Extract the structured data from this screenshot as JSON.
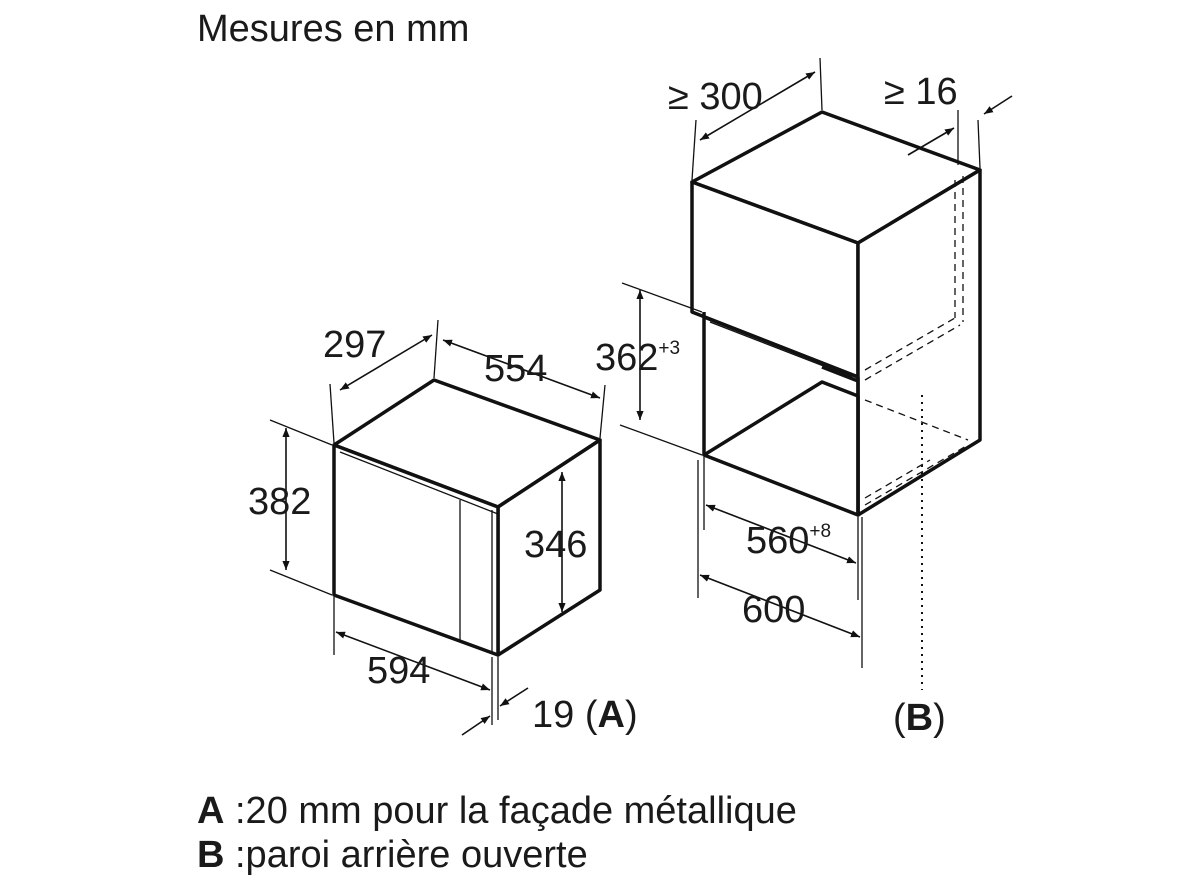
{
  "title": "Mesures en mm",
  "appliance": {
    "depth": "297",
    "body_width": "554",
    "height": "382",
    "inner_height": "346",
    "width": "594",
    "front_thickness": "19",
    "front_note_open": "(",
    "front_note_key": "A",
    "front_note_close": ")"
  },
  "niche": {
    "depth_min": "≥ 300",
    "gap_min": "≥ 16",
    "opening_height": "362",
    "opening_height_tol": "+3",
    "opening_width": "560",
    "opening_width_tol": "+8",
    "cabinet_width": "600",
    "rear_note_open": "(",
    "rear_note_key": "B",
    "rear_note_close": ")"
  },
  "legend": [
    {
      "key": "A",
      "text": ":20 mm pour la façade métallique"
    },
    {
      "key": "B",
      "text": ":paroi arrière ouverte"
    }
  ]
}
